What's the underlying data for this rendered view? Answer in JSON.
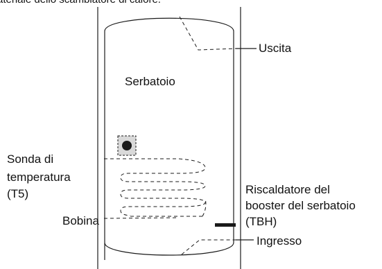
{
  "caption": "ateriale dello scambiatore di calore.",
  "labels": {
    "tank": "Serbatoio",
    "outlet": "Uscita",
    "sensor_line1": "Sonda di",
    "sensor_line2": "temperatura",
    "sensor_line3": "(T5)",
    "heater_line1": "Riscaldatore del",
    "heater_line2": "booster del serbatoio",
    "heater_line3": "(TBH)",
    "coil": "Bobina",
    "inlet": "Ingresso"
  },
  "colors": {
    "line": "#1a1a1a",
    "sensor_box_fill": "#d9d9d9"
  }
}
